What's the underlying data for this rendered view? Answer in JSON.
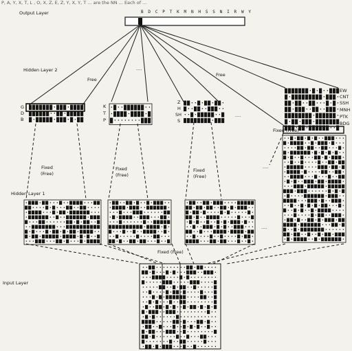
{
  "header_fragment": "P, A, Y, X, T, L , O, X, Z, E, Z, Y, X, Y, T ...  are the NN ... Each of ...",
  "layers": {
    "output": "Output Layer",
    "hidden2": "Hidden Layer 2",
    "hidden1": "Hidden Layer 1",
    "input": "Input Layer"
  },
  "output_units": "B D C P T K M N H S S N I R W Y",
  "connections": {
    "free_left": "Free",
    "free_right": "Free",
    "fixed_free_right": "Fixed (Free)",
    "fixed_free_bottom": "Fixed (Free)",
    "col_fixed": [
      "Fixed",
      "Fixed",
      "Fixed"
    ],
    "col_free": [
      "(Free)",
      "(Free)",
      "(Free)"
    ]
  },
  "ellipsis": "....",
  "hidden2_groups": [
    {
      "rows": [
        "G",
        "D",
        "B"
      ]
    },
    {
      "rows": [
        "K",
        "T",
        "P"
      ]
    },
    {
      "rows": [
        "Z",
        "H",
        "SH",
        "S"
      ]
    }
  ],
  "hidden2_right_rows": [
    "EW",
    "CNT",
    "SSH",
    "MNH",
    "PTK",
    "BDG"
  ]
}
